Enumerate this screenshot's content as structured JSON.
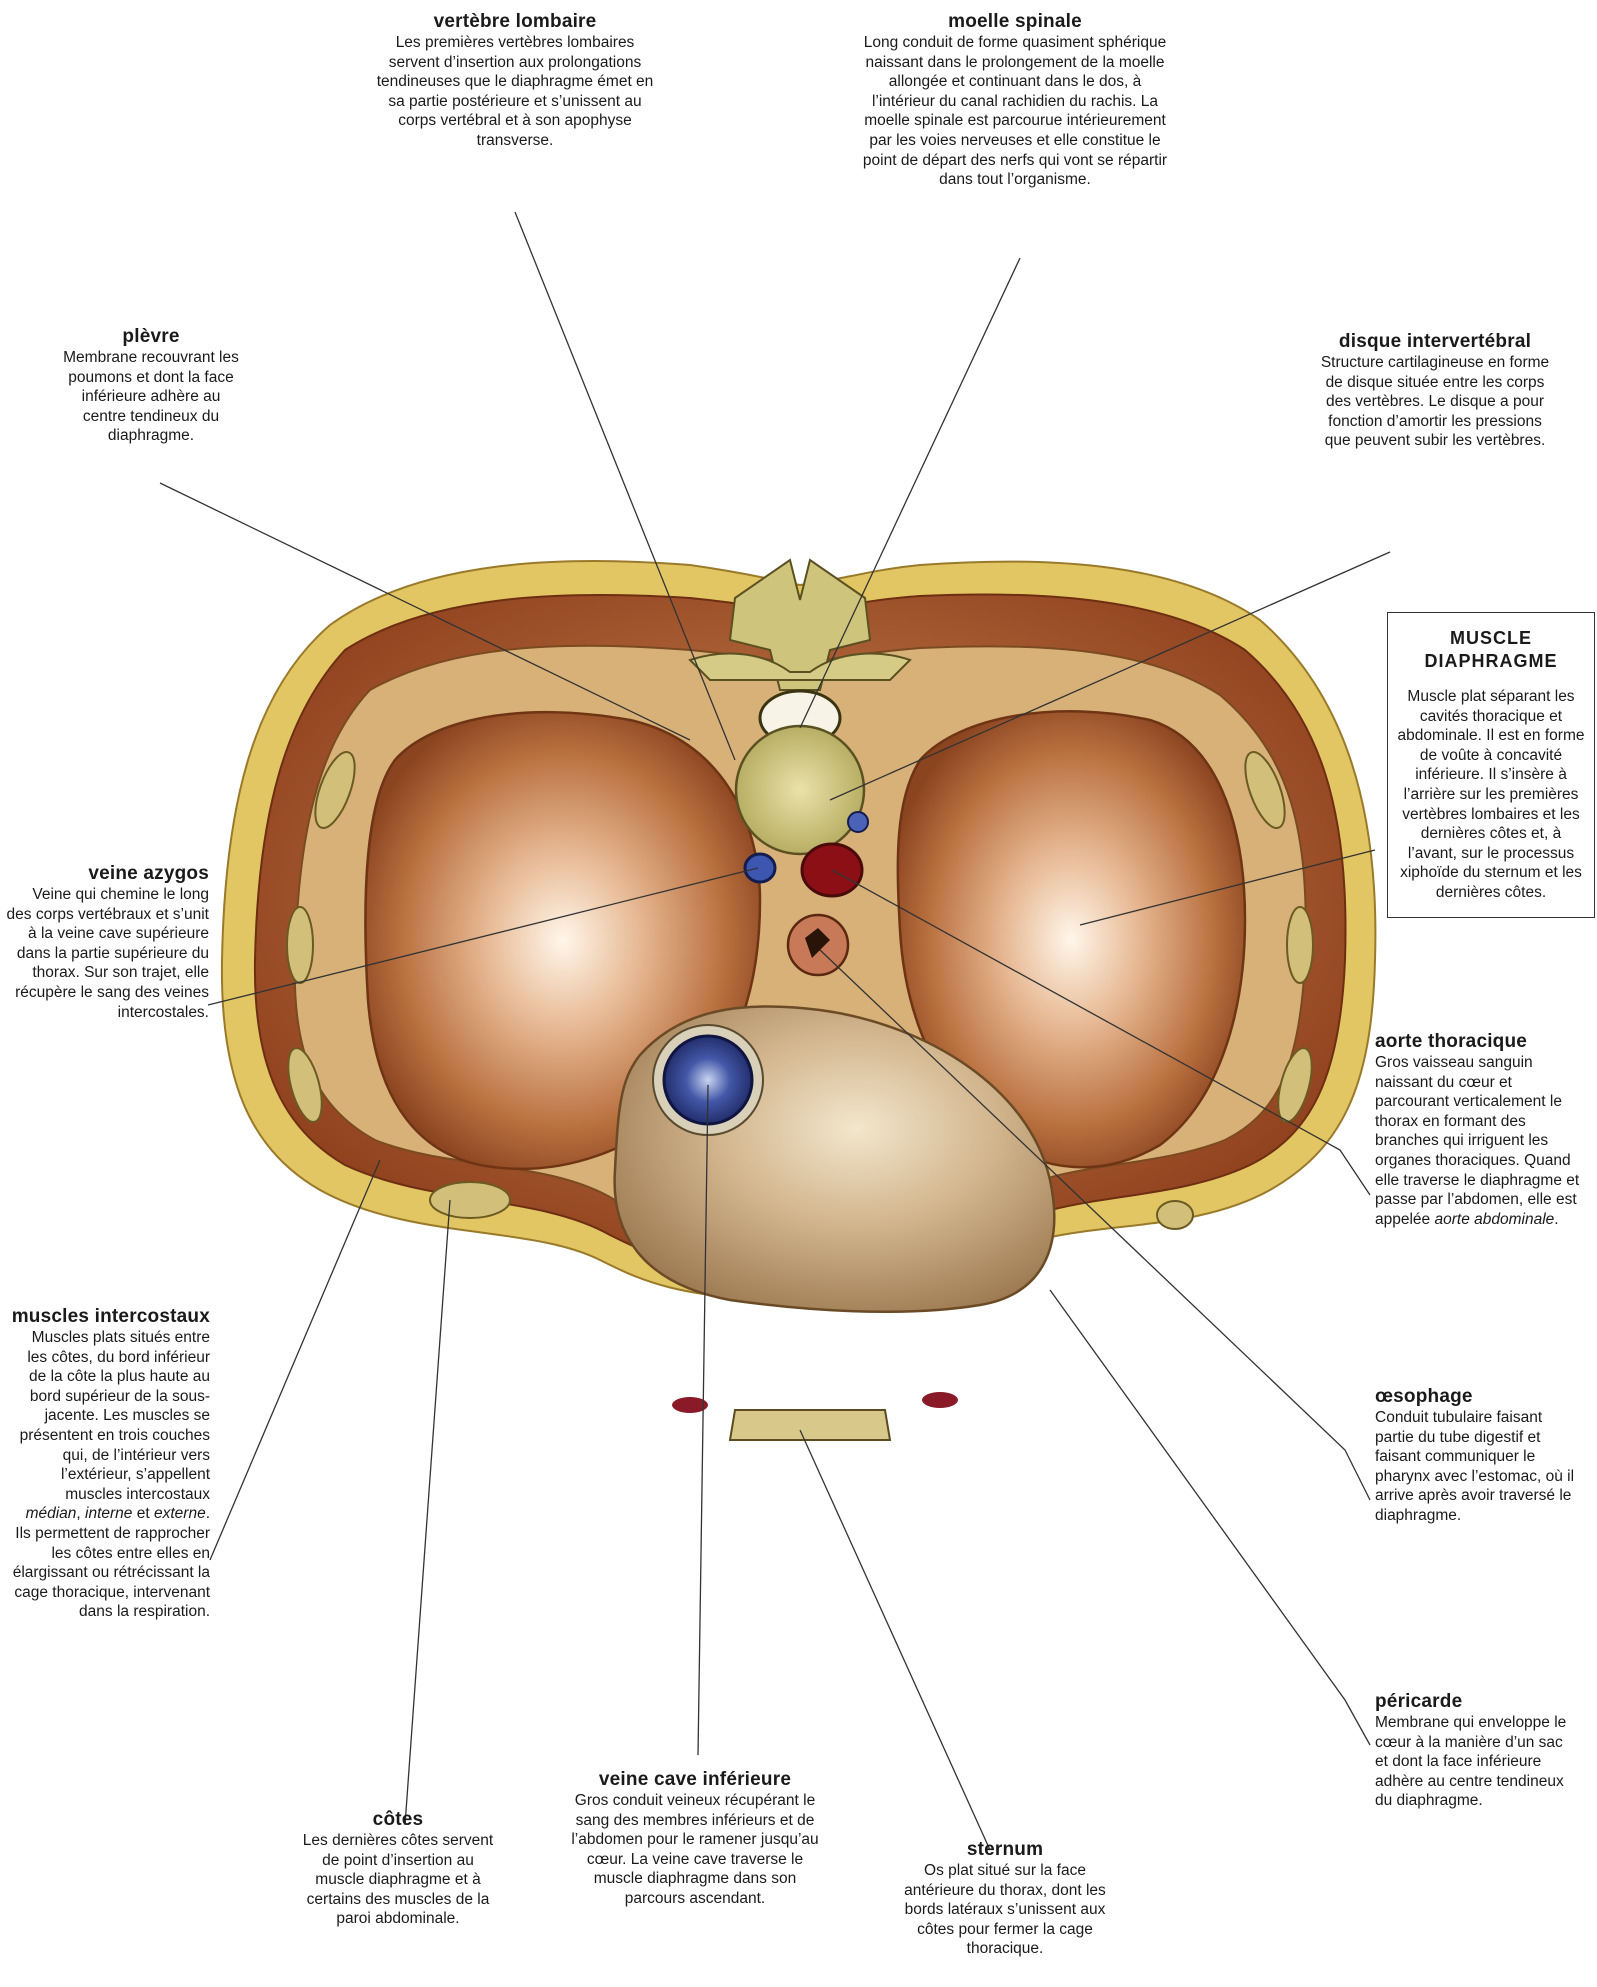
{
  "labels": {
    "vertebre": {
      "title": "vertèbre lombaire",
      "text": "Les premières vertèbres lombaires servent d’insertion aux prolongations tendineuses que le diaphragme émet en sa partie postérieure et s’unissent au corps vertébral et à son apophyse transverse."
    },
    "moelle": {
      "title": "moelle spinale",
      "text": "Long conduit de forme quasiment sphérique naissant dans le prolongement de la moelle allongée et continuant dans le dos, à l’intérieur du canal rachidien du rachis. La moelle spinale est parcourue intérieurement par les voies nerveuses et elle constitue le point de départ des nerfs qui vont se répartir dans tout l’organisme."
    },
    "plevre": {
      "title": "plèvre",
      "text": "Membrane recouvrant les poumons et dont la face inférieure adhère au centre tendineux du diaphragme."
    },
    "disque": {
      "title": "disque intervertébral",
      "text": "Structure cartilagineuse en forme de disque située entre les corps des vertèbres. Le disque a pour fonction d’amortir les pressions que peuvent subir les vertèbres."
    },
    "diaphragme": {
      "title": "MUSCLE DIAPHRAGME",
      "text": "Muscle plat séparant les cavités thoracique et abdominale. Il est en forme de voûte à concavité inférieure. Il s’insère à l’arrière sur les premières vertèbres lombaires et les dernières côtes et, à l’avant, sur le processus xiphoïde du sternum et les dernières côtes."
    },
    "azygos": {
      "title": "veine azygos",
      "text": "Veine qui chemine le long des corps vertébraux et s’unit à la veine cave supérieure dans la partie supérieure du thorax. Sur son trajet, elle récupère le sang des veines intercostales."
    },
    "aorte": {
      "title": "aorte thoracique",
      "text": "Gros vaisseau sanguin naissant du cœur et parcourant verticalement le thorax en formant des branches qui irriguent les organes thoraciques. Quand elle traverse le diaphragme et passe par l’abdomen, elle est appelée",
      "text_italic": "aorte abdominale",
      "text_end": "."
    },
    "intercostaux": {
      "title": "muscles intercostaux",
      "text": "Muscles plats situés entre les côtes, du bord inférieur de la côte la plus haute au bord supérieur de la sous-jacente. Les muscles se présentent en trois couches qui, de l’intérieur vers l’extérieur, s’appellent muscles intercostaux",
      "i1": "médian",
      "sep1": ", ",
      "i2": "interne",
      "sep2": " et ",
      "i3": "externe",
      "text_end": ". Ils permettent de rapprocher les côtes entre elles en élargissant ou rétrécissant la cage thoracique, intervenant dans la respiration."
    },
    "oesophage": {
      "title": "œsophage",
      "text": "Conduit tubulaire faisant partie du tube digestif et faisant communiquer le pharynx avec l’estomac, où il arrive après avoir traversé le diaphragme."
    },
    "pericarde": {
      "title": "péricarde",
      "text": "Membrane qui enveloppe le cœur à la manière d’un sac et dont la face inférieure adhère au centre tendineux du diaphragme."
    },
    "cotes": {
      "title": "côtes",
      "text": "Les dernières côtes servent de point d’insertion au muscle diaphragme et à certains des muscles de la paroi abdominale."
    },
    "veinecave": {
      "title": "veine cave inférieure",
      "text": "Gros conduit veineux récupérant le sang des membres inférieurs et de l’abdomen pour le ramener jusqu’au cœur. La veine cave traverse le muscle diaphragme dans son parcours ascendant."
    },
    "sternum": {
      "title": "sternum",
      "text": "Os plat situé sur la face antérieure du thorax, dont les bords latéraux s’unissent aux côtes pour fermer la cage thoracique."
    }
  },
  "colors": {
    "skin_fat": "#e3c86a",
    "muscle": "#b0562c",
    "diaphragm": "#c98a5a",
    "bone": "#c9c07a",
    "pericardium": "#c7a37a",
    "vein_blue": "#2a3f8f",
    "artery_red": "#a8151c",
    "leader_line": "#333333"
  }
}
